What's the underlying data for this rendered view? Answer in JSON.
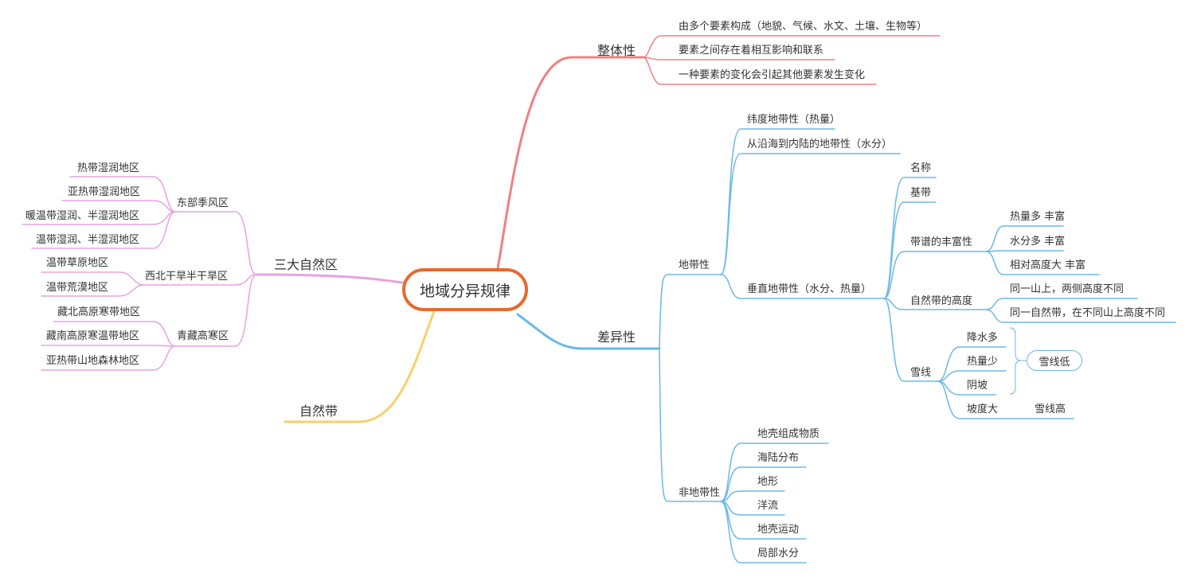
{
  "root": "地域分异规律",
  "colors": {
    "root_border": "#e8692f",
    "red": "#f08080",
    "blue": "#6bb8e6",
    "pink": "#e6a3e0",
    "yellow": "#f7d06b"
  },
  "zhengti": {
    "label": "整体性",
    "items": [
      "由多个要素构成（地貌、气候、水文、土壤、生物等）",
      "要素之间存在着相互影响和联系",
      "一种要素的变化会引起其他要素发生变化"
    ]
  },
  "chayi": {
    "label": "差异性",
    "didai": {
      "label": "地带性",
      "weidu": "纬度地带性（热量）",
      "yanhai": "从沿海到内陆的地带性（水分）",
      "chuizhi": {
        "label": "垂直地带性（水分、热量）",
        "mingcheng": "名称",
        "jidai": "基带",
        "fengfu": {
          "label": "带谱的丰富性",
          "items": [
            "热量多 丰富",
            "水分多 丰富",
            "相对高度大 丰富"
          ]
        },
        "gaodu": {
          "label": "自然带的高度",
          "items": [
            "同一山上，两侧高度不同",
            "同一自然带，在不同山上高度不同"
          ]
        },
        "xuexian": {
          "label": "雪线",
          "items": [
            "降水多",
            "热量少",
            "阴坡"
          ],
          "callout": "雪线低",
          "podu": "坡度大",
          "podu_result": "雪线高"
        }
      }
    },
    "feididai": {
      "label": "非地带性",
      "items": [
        "地壳组成物质",
        "海陆分布",
        "地形",
        "洋流",
        "地壳运动",
        "局部水分"
      ]
    }
  },
  "sanda": {
    "label": "三大自然区",
    "dongbu": {
      "label": "东部季风区",
      "items": [
        "热带湿润地区",
        "亚热带湿润地区",
        "暖温带湿润、半湿润地区",
        "温带湿润、半湿润地区"
      ]
    },
    "xibei": {
      "label": "西北干旱半干旱区",
      "items": [
        "温带草原地区",
        "温带荒漠地区"
      ]
    },
    "qingzang": {
      "label": "青藏高寒区",
      "items": [
        "藏北高原寒带地区",
        "藏南高原寒温带地区",
        "亚热带山地森林地区"
      ]
    }
  },
  "ziran": {
    "label": "自然带"
  }
}
